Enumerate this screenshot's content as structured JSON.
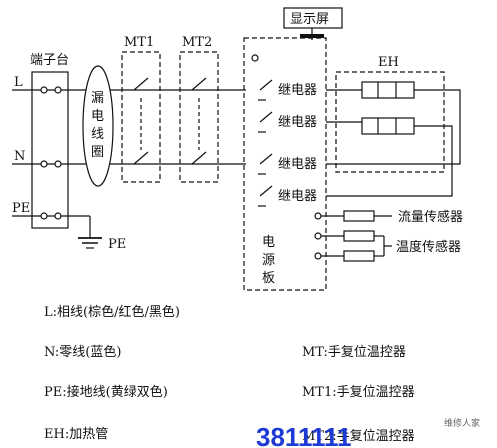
{
  "labels": {
    "terminal_block": "端子台",
    "mt1": "MT1",
    "mt2": "MT2",
    "display": "显示屏",
    "eh": "EH",
    "line_l": "L",
    "line_n": "N",
    "line_pe": "PE",
    "ground_pe": "PE",
    "leakage_coil": [
      "漏",
      "电",
      "线",
      "圈"
    ],
    "relays": [
      "继电器",
      "继电器",
      "继电器",
      "继电器"
    ],
    "power_board": [
      "电",
      "源",
      "板"
    ],
    "flow_sensor": "流量传感器",
    "temp_sensor": "温度传感器"
  },
  "legend": {
    "l": "L:相线(棕色/红色/黑色)",
    "n": "N:零线(蓝色)",
    "pe": "PE:接地线(黄绿双色)",
    "eh": "EH:加热管",
    "mt": "MT:手复位温控器",
    "mt1": "MT1:手复位温控器",
    "mt2": "MT2:手复位温控器"
  },
  "watermark": {
    "site": "3811111",
    "tag": "维修人家"
  }
}
